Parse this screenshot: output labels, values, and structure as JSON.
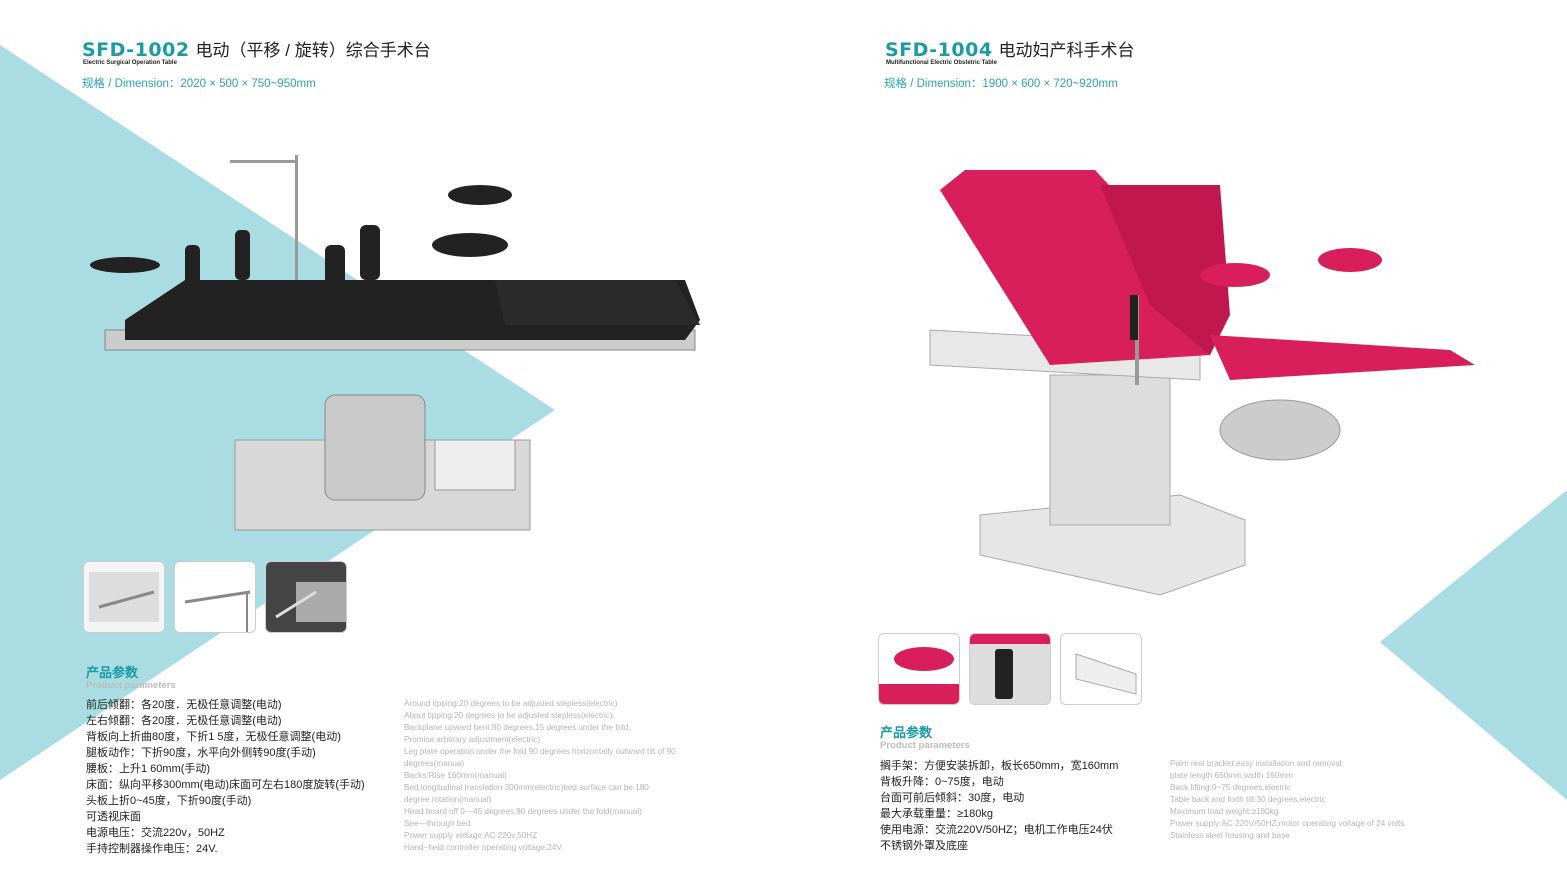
{
  "colors": {
    "accent": "#1c9aa6",
    "background_shape": "#a9dde3",
    "pad_black": "#222222",
    "pad_pink": "#d81e5b"
  },
  "left": {
    "model": "SFD-1002",
    "title_cn": "电动（平移 / 旋转）综合手术台",
    "title_en": "Electric Surgical Operation Table",
    "dimension": "规格 / Dimension：2020 × 500 × 750~950mm",
    "section_cn": "产品参数",
    "section_en": "Product parameters",
    "params_cn": [
      "前后倾翻：各20度．无极任意调整(电动)",
      "左右倾翻：各20度．无极任意调整(电动)",
      "背板向上折曲80度，下折1 5度，无极任意调整(电动)",
      "腿板动作：下折90度，水平向外侧转90度(手动)",
      "腰板：上升1 60mm(手动)",
      "床面：纵向平移300mm(电动)床面可左右180度旋转(手动)",
      "头板上折0~45度，下折90度(手动)",
      "可透视床面",
      "电源电压：交流220v，50HZ",
      "手持控制器操作电压：24V."
    ],
    "params_en": [
      "Around tipping:20 degrees to be adjusted stepless(electric)",
      "About tipping:20 degrees to be adjusted stepless(electric).",
      "Backplane upward bent 80 degrees,15 degrees under the fold.",
      "Promise arbitrary adjustment(electric)",
      "Leg plate operation:under the fold 90 degrees horizontally outward tilt of 90",
      "degrees(manua)",
      "Backs:Rise 160mm(manual)",
      "Bed:longitudinal translation 300mm(electric)bed surface can be 180",
      "degree rotation(manual)",
      "Head board off 0—45 degrees,90 degrees under the fold(manual)",
      "See—through bed",
      "Power supply voltage:AC 220v,50HZ",
      "Hand−held controller operating voltage:24V."
    ]
  },
  "right": {
    "model": "SFD-1004",
    "title_cn": "电动妇产科手术台",
    "title_en": "Multifunctional Electric Obstetric Table",
    "dimension": "规格 / Dimension：1900 × 600 × 720~920mm",
    "section_cn": "产品参数",
    "section_en": "Product parameters",
    "params_cn": [
      "搁手架：方便安装拆卸，板长650mm，宽160mm",
      "背板升降：0~75度，电动",
      "台面可前后倾斜：30度，电动",
      "最大承载重量：≥180kg",
      "使用电源：交流220V/50HZ；电机工作电压24伏",
      "不锈钢外罩及底座"
    ],
    "params_en": [
      "Palm rest bracket:easy installation and removal,",
      "plate length 650mm,width 160mm",
      "Back lifting:0~75 degrees,electric",
      "Table back and forth tilt:30 degrees,electric",
      "Maximum load weight:≥180kg",
      "Power supply:AC 220V/50HZ,motor operating voltage of 24 volts",
      "Stainless steel housing and base"
    ]
  }
}
